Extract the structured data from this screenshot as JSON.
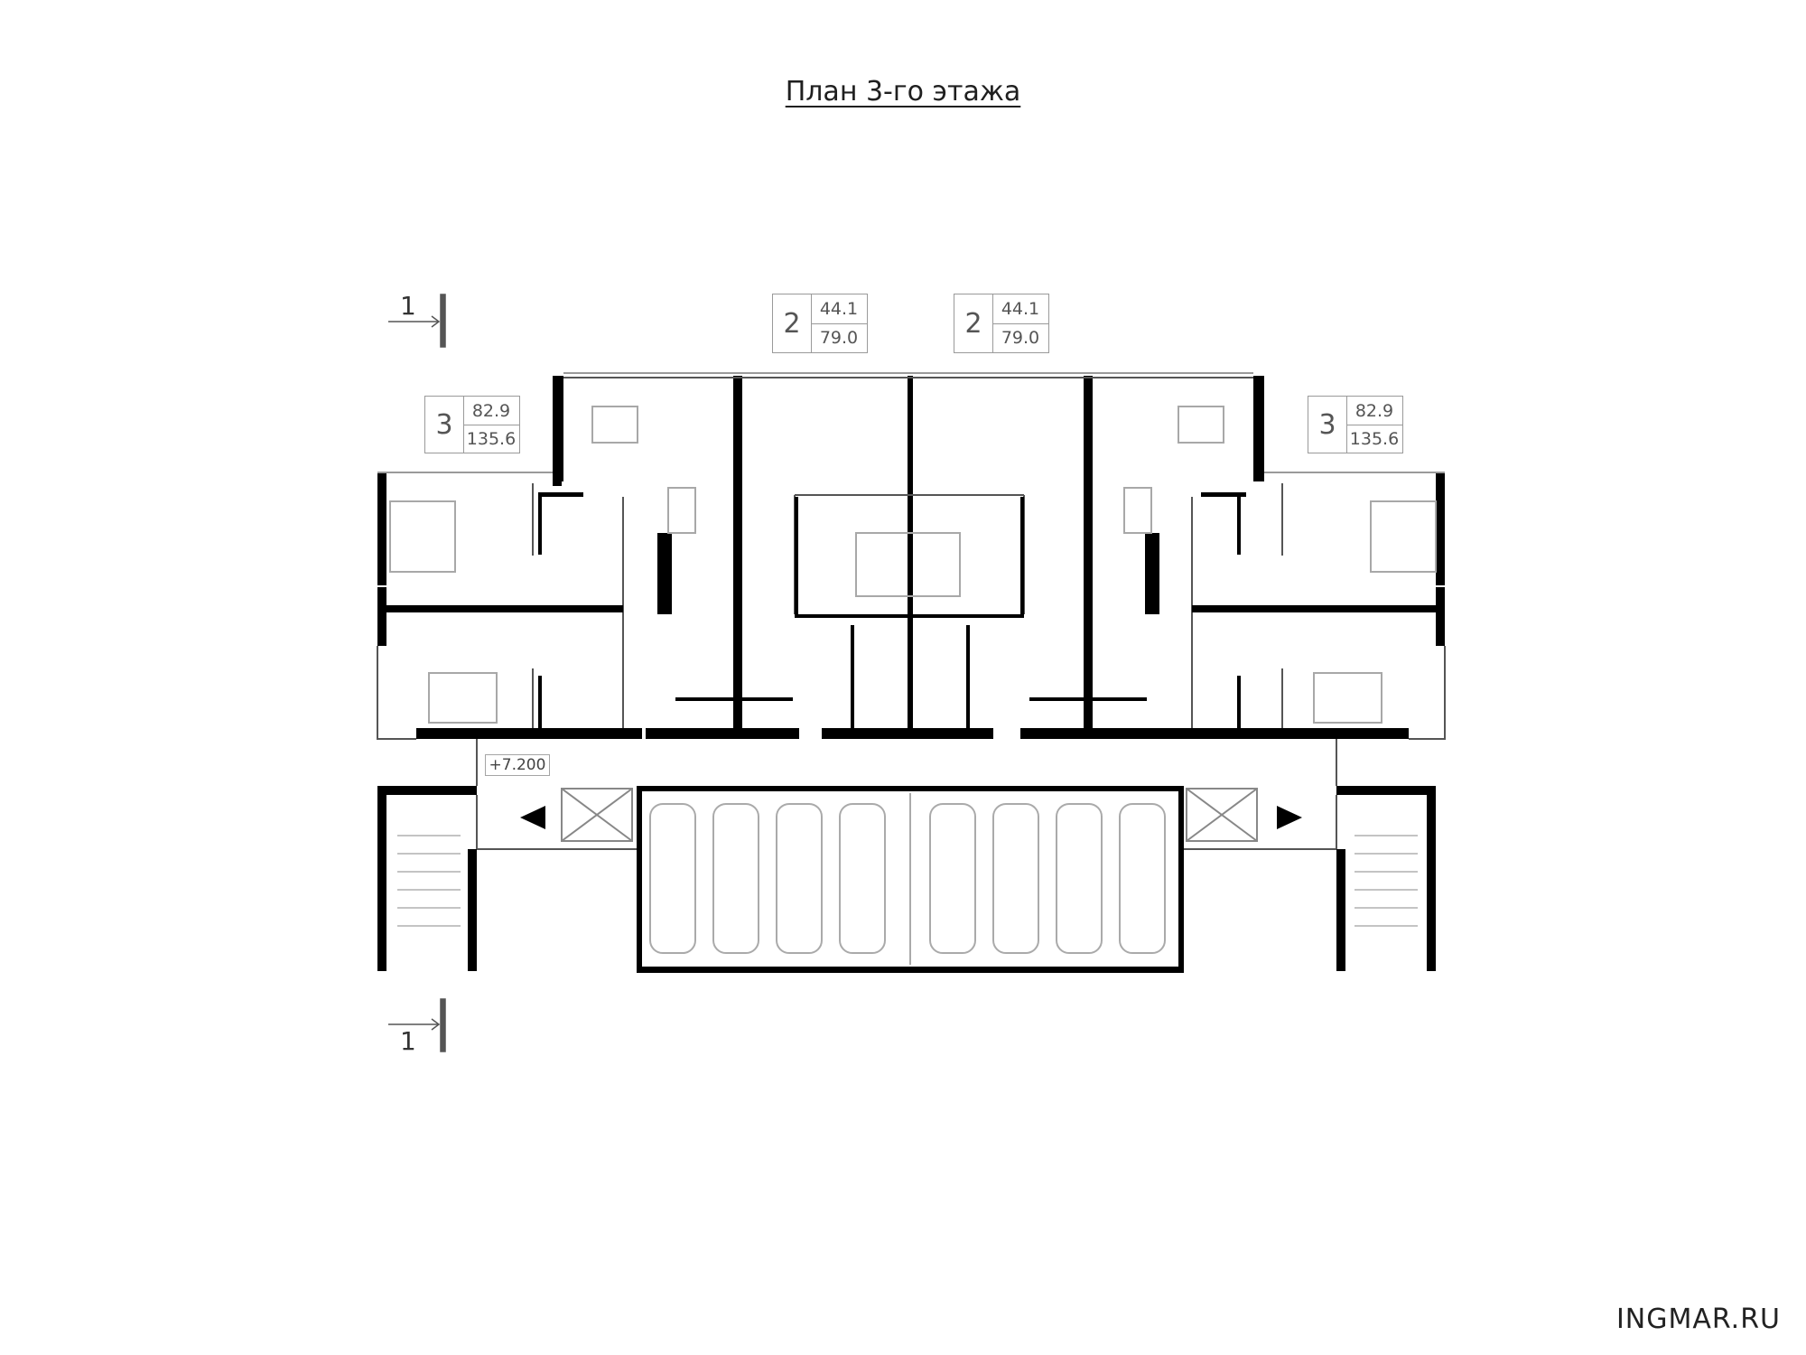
{
  "title": "План 3-го этажа",
  "watermark": "INGMAR.RU",
  "level_mark": "+7.200",
  "section_label": "1",
  "units": [
    {
      "rooms": "3",
      "area_living": "82.9",
      "area_total": "135.6"
    },
    {
      "rooms": "2",
      "area_living": "44.1",
      "area_total": "79.0"
    },
    {
      "rooms": "2",
      "area_living": "44.1",
      "area_total": "79.0"
    },
    {
      "rooms": "3",
      "area_living": "82.9",
      "area_total": "135.6"
    }
  ],
  "parking_spaces": 8,
  "colors": {
    "wall": "#000000",
    "line": "#444444",
    "furniture": "#a8a8a8",
    "label_border": "#9a9a9a"
  }
}
